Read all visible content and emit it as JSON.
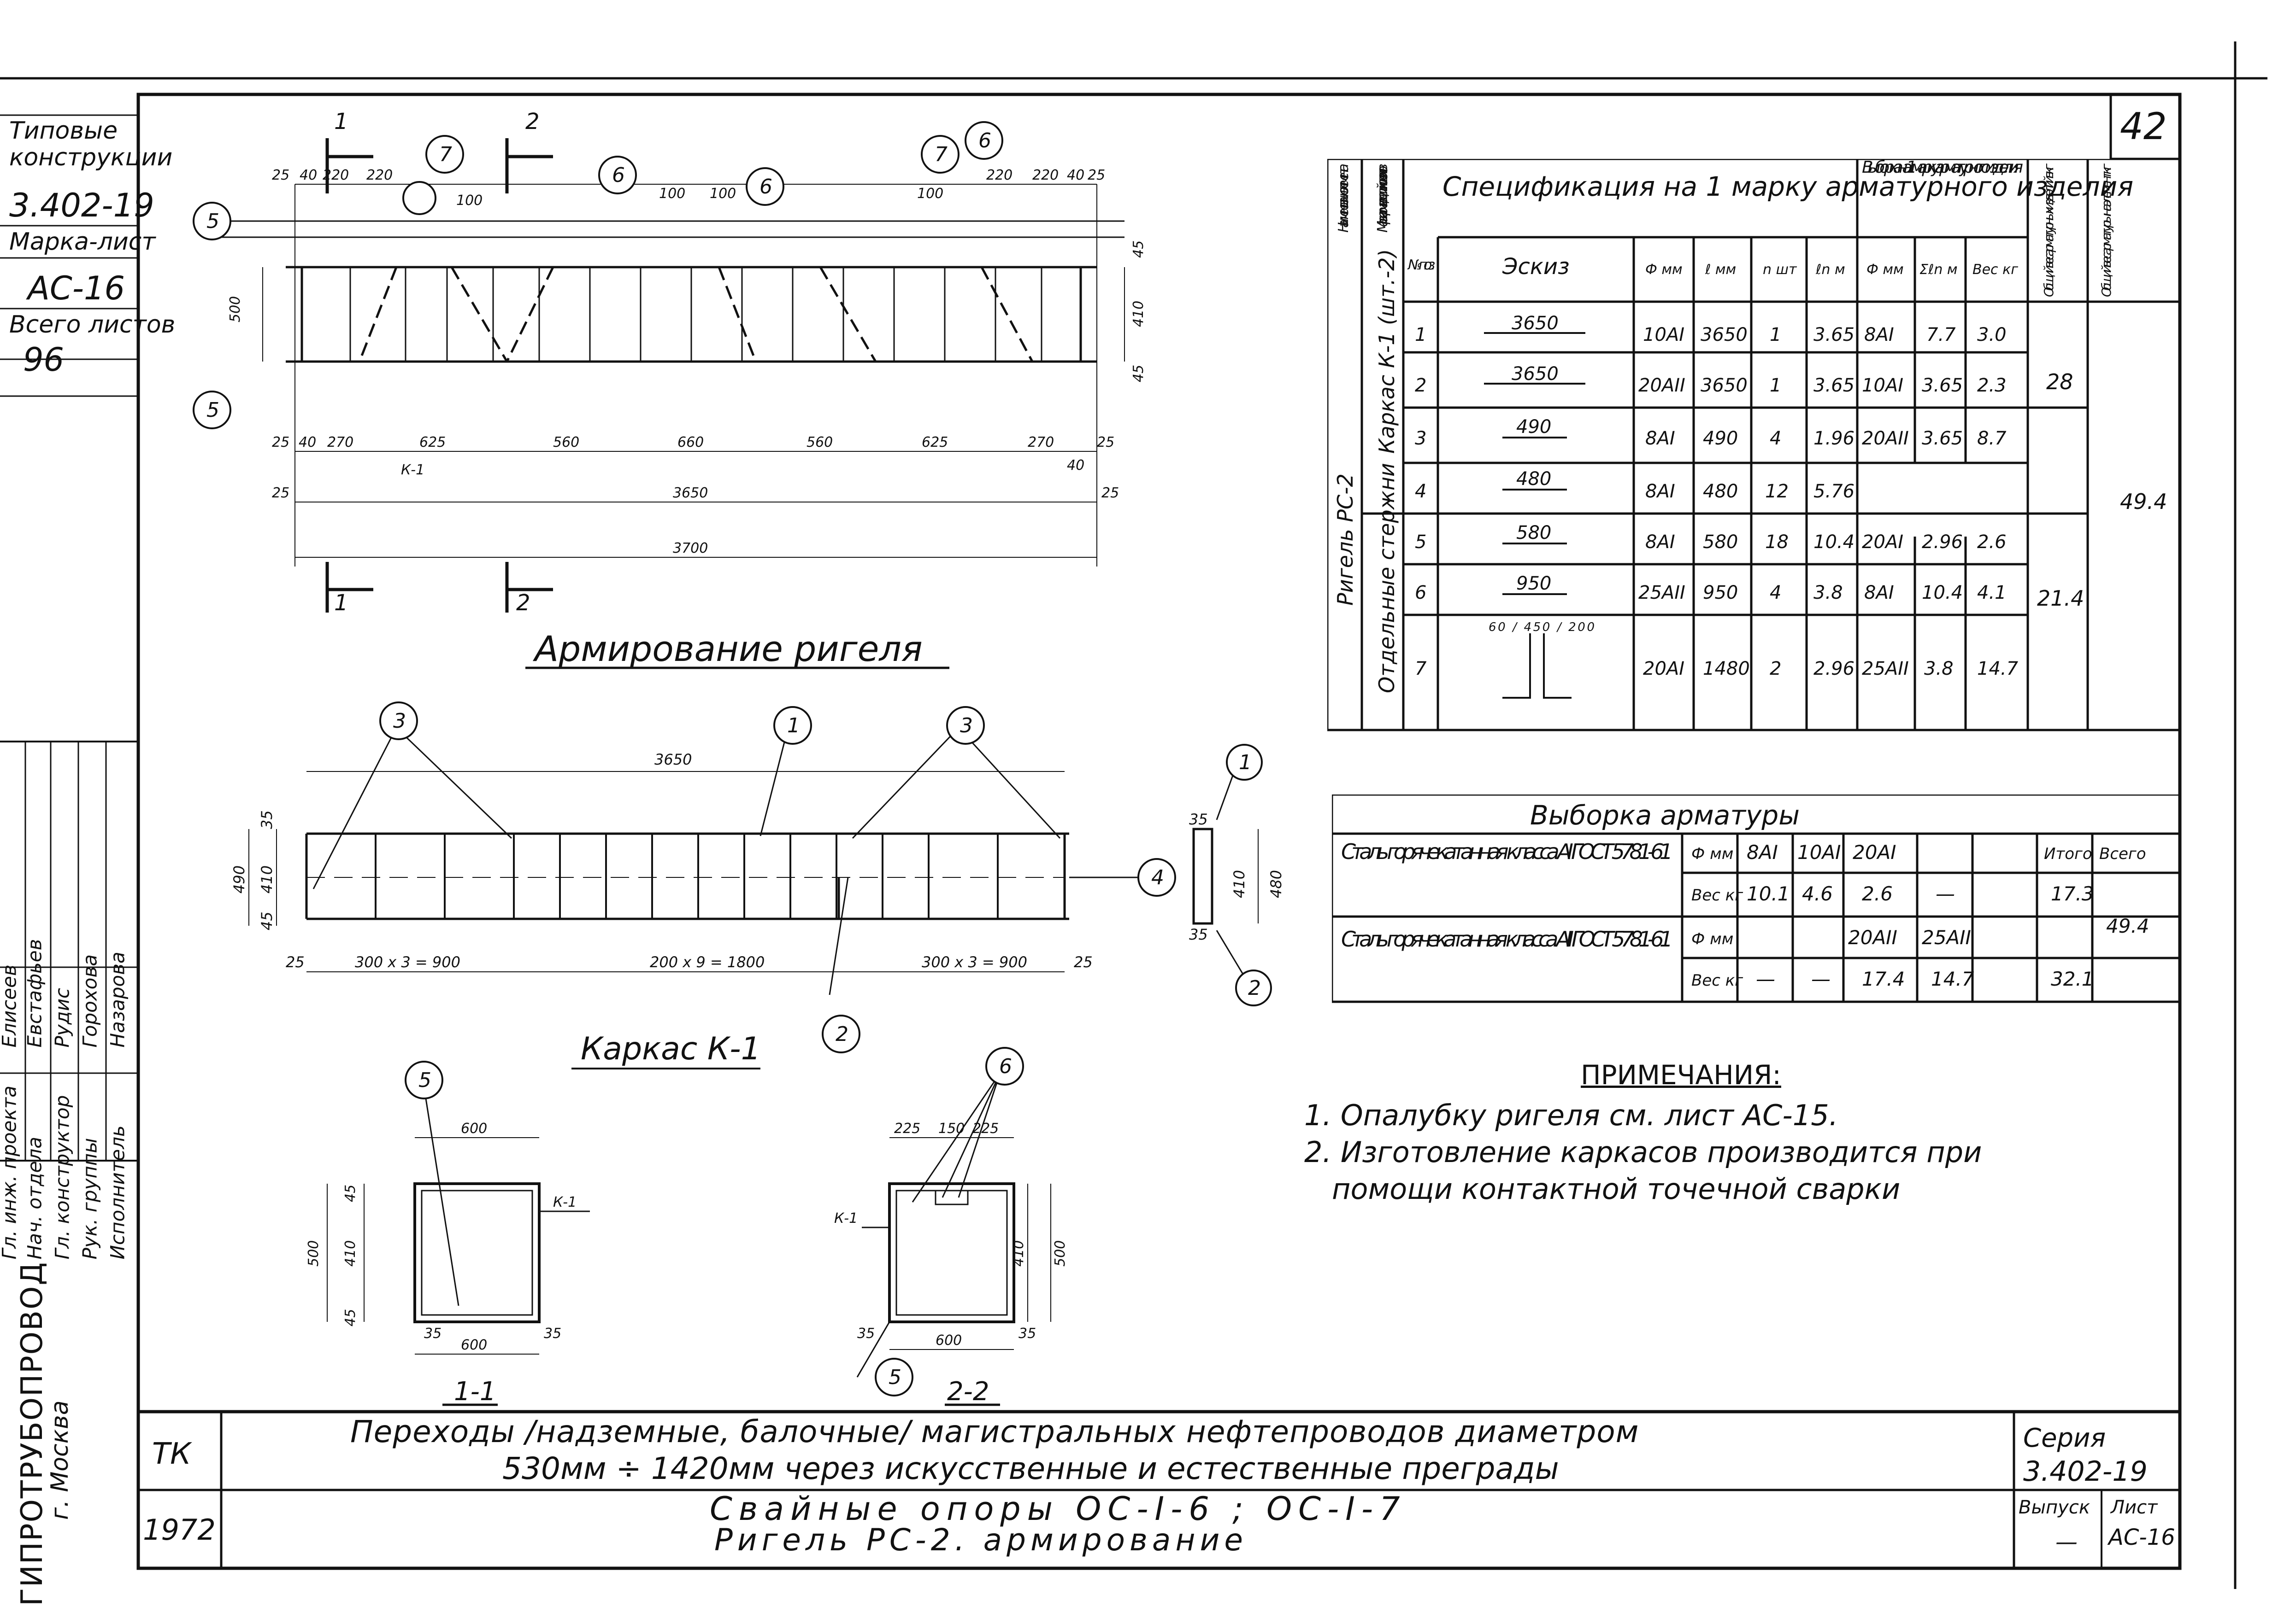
{
  "sheet": {
    "number": "42",
    "left_stamp": {
      "label_typical": "Типовые конструкции",
      "series_code": "3.402-19",
      "label_mark": "Марка-лист",
      "mark_value": "АС-16",
      "label_total": "Всего листов",
      "total_value": "96"
    },
    "signatures": {
      "roles": [
        "Гл. инж. проекта",
        "Нач. отдела",
        "Гл. конструктор",
        "Рук. группы",
        "Исполнитель"
      ],
      "names": [
        "Елисеев",
        "Евстафьев",
        "Рудис",
        "Горохова",
        "Назарова"
      ]
    },
    "organization": "ГИПРОТРУБОПРОВОД",
    "city": "г. Москва"
  },
  "drawing_main": {
    "title": "Армирование ригеля",
    "section_marks": [
      "1",
      "2"
    ],
    "callouts": [
      "5",
      "7",
      "6",
      "6",
      "7",
      "6",
      "5"
    ],
    "dims_top": [
      "25",
      "40",
      "220",
      "220",
      "100",
      "100",
      "100",
      "100",
      "220",
      "220",
      "40",
      "25"
    ],
    "dims_bottom": [
      "25",
      "40",
      "270",
      "625",
      "560",
      "660",
      "560",
      "625",
      "270",
      "40",
      "25"
    ],
    "dim_total_1": "3650",
    "dim_total_2": "3700",
    "dim_left": "500",
    "dims_right": [
      "45",
      "410",
      "45"
    ],
    "frame_label": "К-1"
  },
  "drawing_frame": {
    "title": "Каркас К-1",
    "callouts": [
      "3",
      "1",
      "3",
      "4",
      "2",
      "1",
      "2"
    ],
    "dim_top": "3650",
    "dims_left": [
      "35",
      "410",
      "45",
      "490"
    ],
    "dims_bottom": [
      "25",
      "300 x 3 = 900",
      "200 x 9 = 1800",
      "300 x 3 = 900",
      "25"
    ],
    "section_dims": [
      "35",
      "410",
      "35",
      "480"
    ]
  },
  "section_1": {
    "title": "1-1",
    "callout": "5",
    "dims": [
      "600",
      "500",
      "410",
      "45",
      "45",
      "35",
      "35",
      "600"
    ],
    "label": "К-1"
  },
  "section_2": {
    "title": "2-2",
    "callouts": [
      "6",
      "5"
    ],
    "dims": [
      "225",
      "150",
      "225",
      "410",
      "500",
      "35",
      "35",
      "600"
    ],
    "label": "К-1"
  },
  "spec_table": {
    "title": "Спецификация на 1 марку арматурного изделия",
    "title_sample": "Выборка на 1 марку арматурного изделия",
    "col_name": "Наименование элемента",
    "col_mark": "Марки армат. изделий и кол-во эл-тов",
    "col_pos": "№ поз.",
    "col_sketch": "Эскиз",
    "col_phi": "Ф мм",
    "col_l": "ℓ мм",
    "col_n": "n шт",
    "col_ln": "ℓn м",
    "col_s_phi": "Ф мм",
    "col_s_sum": "Σℓn м",
    "col_s_weight": "Вес кг",
    "col_total_prod": "Общий вес арматурных изделий в кг",
    "col_total_elem": "Общий вес арматуры на элемент кг",
    "group_element": "Ригель РС-2",
    "group_frame": "Каркас К-1 (шт.-2)",
    "group_bars": "Отдельные стержни",
    "rows": [
      {
        "pos": "1",
        "sketch": "3650",
        "phi": "10AI",
        "l": "3650",
        "n": "1",
        "ln": "3.65",
        "s_phi": "8AI",
        "s_sum": "7.7",
        "s_w": "3.0"
      },
      {
        "pos": "2",
        "sketch": "3650",
        "phi": "20AII",
        "l": "3650",
        "n": "1",
        "ln": "3.65",
        "s_phi": "10AI",
        "s_sum": "3.65",
        "s_w": "2.3"
      },
      {
        "pos": "3",
        "sketch": "490",
        "phi": "8AI",
        "l": "490",
        "n": "4",
        "ln": "1.96",
        "s_phi": "20AII",
        "s_sum": "3.65",
        "s_w": "8.7"
      },
      {
        "pos": "4",
        "sketch": "480",
        "phi": "8AI",
        "l": "480",
        "n": "12",
        "ln": "5.76",
        "s_phi": "",
        "s_sum": "",
        "s_w": ""
      },
      {
        "pos": "5",
        "sketch": "580",
        "phi": "8AI",
        "l": "580",
        "n": "18",
        "ln": "10.4",
        "s_phi": "20AI",
        "s_sum": "2.96",
        "s_w": "2.6"
      },
      {
        "pos": "6",
        "sketch": "950",
        "phi": "25AII",
        "l": "950",
        "n": "4",
        "ln": "3.8",
        "s_phi": "8AI",
        "s_sum": "10.4",
        "s_w": "4.1"
      },
      {
        "pos": "7",
        "sketch": "60 / 450 / 200",
        "phi": "20AI",
        "l": "1480",
        "n": "2",
        "ln": "2.96",
        "s_phi": "25AII",
        "s_sum": "3.8",
        "s_w": "14.7"
      }
    ],
    "total_frame": "28",
    "total_bars": "21.4",
    "total_element": "49.4"
  },
  "sample_table": {
    "title": "Выборка арматуры",
    "row1_name": "Сталь горячекатанная класса AI ГОСТ 5781-61",
    "row2_name": "Сталь горячекатанная класса AII ГОСТ 5781-61",
    "lbl_phi": "Ф мм",
    "lbl_w": "Вес кг",
    "col_total": "Итого",
    "col_all": "Всего",
    "r1_phis": [
      "8AI",
      "10AI",
      "20AI",
      ""
    ],
    "r1_w": [
      "10.1",
      "4.6",
      "2.6",
      "—"
    ],
    "r1_total": "17.3",
    "r2_phis": [
      "",
      "",
      "20AII",
      "25AII"
    ],
    "r2_w": [
      "—",
      "—",
      "17.4",
      "14.7"
    ],
    "r2_total": "32.1",
    "grand_total": "49.4"
  },
  "notes": {
    "title": "ПРИМЕЧАНИЯ:",
    "items": [
      "1. Опалубку ригеля см. лист АС-15.",
      "2. Изготовление каркасов производится при",
      "помощи контактной точечной сварки"
    ]
  },
  "title_block": {
    "code": "ТК",
    "year": "1972",
    "line1": "Переходы /надземные, балочные/ магистральных нефтепроводов диаметром",
    "line2": "530мм ÷ 1420мм через искусственные и естественные преграды",
    "line3": "Свайные опоры ОС-I-6 ; ОС-I-7",
    "line4": "Ригель РС-2. армирование",
    "series_label": "Серия",
    "series_value": "3.402-19",
    "issue_label": "Выпуск",
    "issue_value": "—",
    "sheet_label": "Лист",
    "sheet_value": "АС-16"
  }
}
